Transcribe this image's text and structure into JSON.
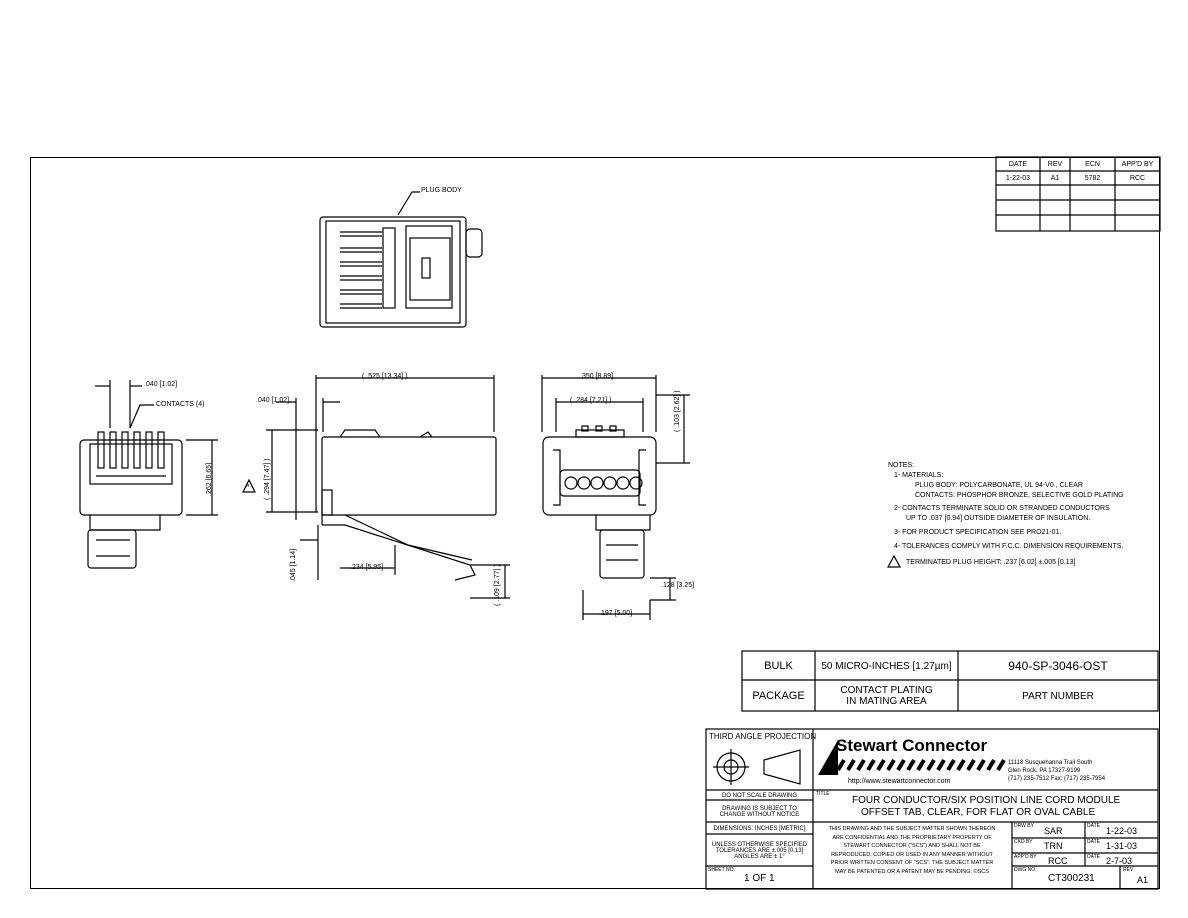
{
  "revision_table": {
    "headers": [
      "DATE",
      "REV",
      "ECN",
      "APP'D BY"
    ],
    "row": [
      "1-22-03",
      "A1",
      "5782",
      "RCC"
    ]
  },
  "labels": {
    "plug_body": "PLUG BODY",
    "contacts": "CONTACTS (4)",
    "dim_040_a": ".040 [1.02]",
    "dim_040_b": ".040 [1.02]",
    "dim_525": "( .525 [13.34] )",
    "dim_350": ".350 [8.89]",
    "dim_284": "( .284 [7.21] )",
    "dim_103": "( .103 [2.62] )",
    "dim_262": ".262 [6.65]",
    "dim_294": "( .294 [7.47] )",
    "dim_045": ".045 [1.14]",
    "dim_234": ".234 [5.95]",
    "dim_109": "( .109 [2.77] )",
    "dim_128": ".128 [3.25]",
    "dim_197": ".197 [5.00]",
    "delta": "A"
  },
  "notes": {
    "title": "NOTES:",
    "lines": [
      "1-  MATERIALS:",
      "PLUG BODY:  POLYCARBONATE, UL 94-V0 , CLEAR",
      "CONTACTS:  PHOSPHOR BRONZE, SELECTIVE GOLD PLATING",
      "2-  CONTACTS TERMINATE SOLID OR STRANDED CONDUCTORS",
      "UP TO .037 [0.94] OUTSIDE DIAMETER OF INSULATION.",
      "3-  FOR PRODUCT SPECIFICATION SEE PRO21-01.",
      "4-  TOLERANCES COMPLY WITH F.C.C. DIMENSION REQUIREMENTS.",
      "TERMINATED PLUG HEIGHT:  .237 [6.02] ±.005 [0.13]"
    ]
  },
  "part_table": {
    "bulk": "BULK",
    "plating_value": "50 MICRO-INCHES [1.27µm]",
    "part_number": "940-SP-3046-OST",
    "package": "PACKAGE",
    "plating_label_1": "CONTACT PLATING",
    "plating_label_2": "IN MATING AREA",
    "part_number_label": "PART NUMBER"
  },
  "title_block": {
    "projection": "THIRD ANGLE PROJECTION",
    "company": "Stewart Connector",
    "addr1": "11118 Susquehanna Trail South",
    "addr2": "Glen Rock, PA  17327-9199",
    "addr3": "(717) 235-7512   Fax: (717) 235-7954",
    "website": "http://www.stewartconnector.com",
    "do_not_scale": "DO NOT SCALE DRAWING",
    "subject_change_1": "DRAWING IS SUBJECT TO",
    "subject_change_2": "CHANGE WITHOUT NOTICE",
    "dimensions": "DIMENSIONS: INCHES [METRIC]",
    "tol_1": "UNLESS OTHERWISE SPECIFIED",
    "tol_2": "TOLERANCES ARE ±.005 [0.13]",
    "tol_3": "ANGLES ARE ± 1°",
    "sheet_label": "SHEET NO.",
    "sheet_value": "1  OF  1",
    "title_label": "TITLE",
    "title_1": "FOUR CONDUCTOR/SIX POSITION LINE CORD MODULE",
    "title_2": "OFFSET TAB, CLEAR, FOR FLAT OR OVAL CABLE",
    "conf": [
      "THIS DRAWING AND THE SUBJECT MATTER SHOWN THEREON",
      "ARE CONFIDENTIAL AND THE PROPRIETARY PROPERTY OF",
      "STEWART CONNECTOR (\"SCS\") AND SHALL NOT BE",
      "REPRODUCED, COPIED OR USED IN ANY MANNER WITHOUT",
      "PRIOR WRITTEN CONSENT OF \"SCS\".  THE SUBJECT MATTER",
      "MAY BE PATENTED OR A PATENT MAY BE PENDING.  ©SCS"
    ],
    "drwn_label": "DRW BY",
    "drwn_value": "SAR",
    "chkd_label": "CKD BY",
    "chkd_value": "TRN",
    "appd_label": "APP'D BY",
    "appd_value": "RCC",
    "date_label": "DATE",
    "date_1": "1-22-03",
    "date_2": "1-31-03",
    "date_3": "2-7-03",
    "dwg_label": "DWG NO.",
    "dwg_value": "CT300231",
    "rev_label": "REV",
    "rev_value": "A1"
  }
}
